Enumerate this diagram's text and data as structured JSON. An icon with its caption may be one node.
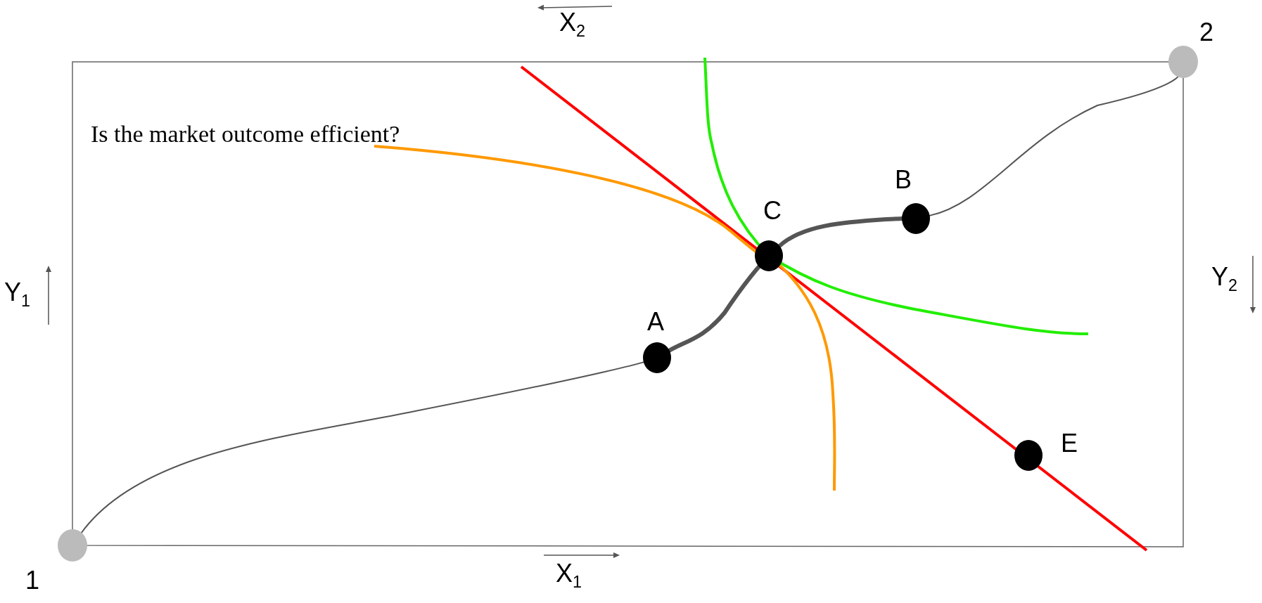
{
  "diagram": {
    "nodes": [
      {
        "text": [],
        "shape": "circle",
        "beside": [
          "1"
        ]
      },
      {
        "text": [],
        "shape": "circle",
        "beside": [
          "A"
        ]
      },
      {
        "text": [],
        "shape": "circle",
        "beside": [
          "C"
        ]
      },
      {
        "text": [],
        "shape": "circle",
        "beside": [
          "B"
        ]
      },
      {
        "text": [],
        "shape": "circle",
        "beside": [
          "E"
        ]
      },
      {
        "text": [],
        "shape": "circle",
        "beside": [
          "2"
        ]
      }
    ],
    "edges": [
      {
        "from": 0,
        "to": 1,
        "arrow": "none"
      },
      {
        "from": 1,
        "to": 2,
        "arrow": "none",
        "style": "thick"
      },
      {
        "from": 2,
        "to": 3,
        "arrow": "none",
        "style": "thick"
      },
      {
        "from": 3,
        "to": 5,
        "arrow": "none"
      }
    ],
    "labels": [
      "X$_{2}$",
      "Is the market outcome efficient?",
      "Y$_{1}$",
      "Y$_{2}$",
      "X$_{1}$"
    ]
  }
}
